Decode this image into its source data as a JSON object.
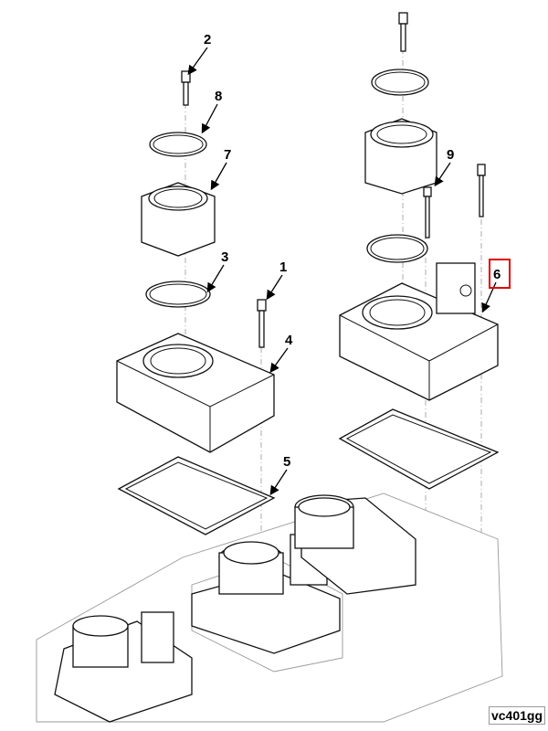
{
  "callouts": {
    "c1": "1",
    "c2": "2",
    "c3": "3",
    "c4": "4",
    "c5": "5",
    "c6": "6",
    "c7": "7",
    "c8": "8",
    "c9": "9"
  },
  "highlighted_callout": "6",
  "highlight_color": "#e00000",
  "figure_id": "vc401gg"
}
